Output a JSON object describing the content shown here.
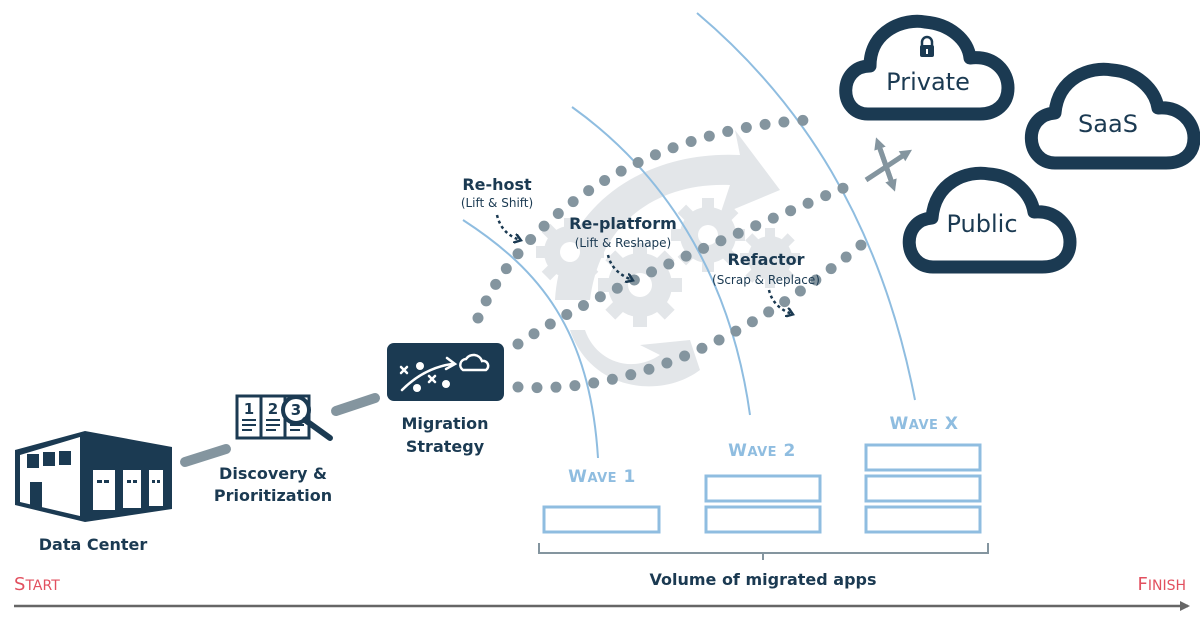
{
  "colors": {
    "navy": "#1b3a52",
    "dots": "#84959f",
    "wave_blue": "#8fbde0",
    "gear_gray": "#e3e6e9",
    "accent_red": "#e2505f",
    "timeline": "#666666"
  },
  "timeline": {
    "start_label": "Start",
    "finish_label": "Finish"
  },
  "stages": {
    "data_center": "Data Center",
    "discovery_line1": "Discovery &",
    "discovery_line2": "Prioritization",
    "discovery_numbers": [
      "1",
      "2",
      "3"
    ],
    "strategy_line1": "Migration",
    "strategy_line2": "Strategy"
  },
  "approaches": [
    {
      "title": "Re-host",
      "subtitle": "(Lift & Shift)"
    },
    {
      "title": "Re-platform",
      "subtitle": "(Lift & Reshape)"
    },
    {
      "title": "Refactor",
      "subtitle": "(Scrap & Replace)"
    }
  ],
  "clouds": {
    "private": "Private",
    "saas": "SaaS",
    "public": "Public"
  },
  "waves": [
    {
      "label": "Wave 1",
      "app_blocks": 1
    },
    {
      "label": "Wave 2",
      "app_blocks": 2
    },
    {
      "label": "Wave X",
      "app_blocks": 3
    }
  ],
  "volume_label": "Volume of migrated apps"
}
